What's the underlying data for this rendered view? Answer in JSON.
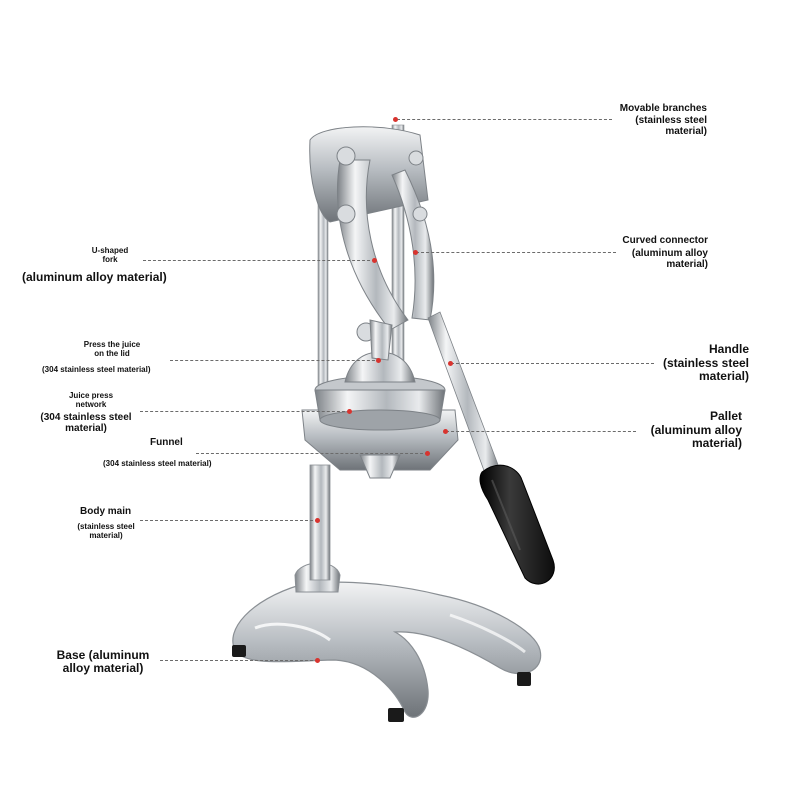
{
  "colors": {
    "chrome_light": "#eef0f2",
    "chrome_mid": "#b9bdc2",
    "chrome_dark": "#6e7378",
    "grip": "#1c1c1c",
    "leader_line": "#6b6b6b",
    "marker": "#d8342f"
  },
  "labels": {
    "movable_branches": {
      "title": "Movable branches",
      "material": "(stainless steel\nmaterial)"
    },
    "u_fork": {
      "title": "U-shaped\nfork",
      "material": "(aluminum alloy material)"
    },
    "curved_connector": {
      "title": "Curved connector",
      "material": "(aluminum alloy\nmaterial)"
    },
    "press_lid": {
      "title": "Press the juice\non the lid",
      "material": "(304 stainless steel material)"
    },
    "handle": {
      "title": "Handle",
      "material": "(stainless steel\nmaterial)"
    },
    "press_network": {
      "title": "Juice press\nnetwork",
      "material": "(304 stainless steel\nmaterial)"
    },
    "pallet": {
      "title": "Pallet",
      "material": "(aluminum alloy\nmaterial)"
    },
    "funnel": {
      "title": "Funnel",
      "material": "(304 stainless steel material)"
    },
    "body_main": {
      "title": "Body main",
      "material": "(stainless steel\nmaterial)"
    },
    "base": {
      "title": "Base (aluminum\nalloy material)"
    }
  }
}
